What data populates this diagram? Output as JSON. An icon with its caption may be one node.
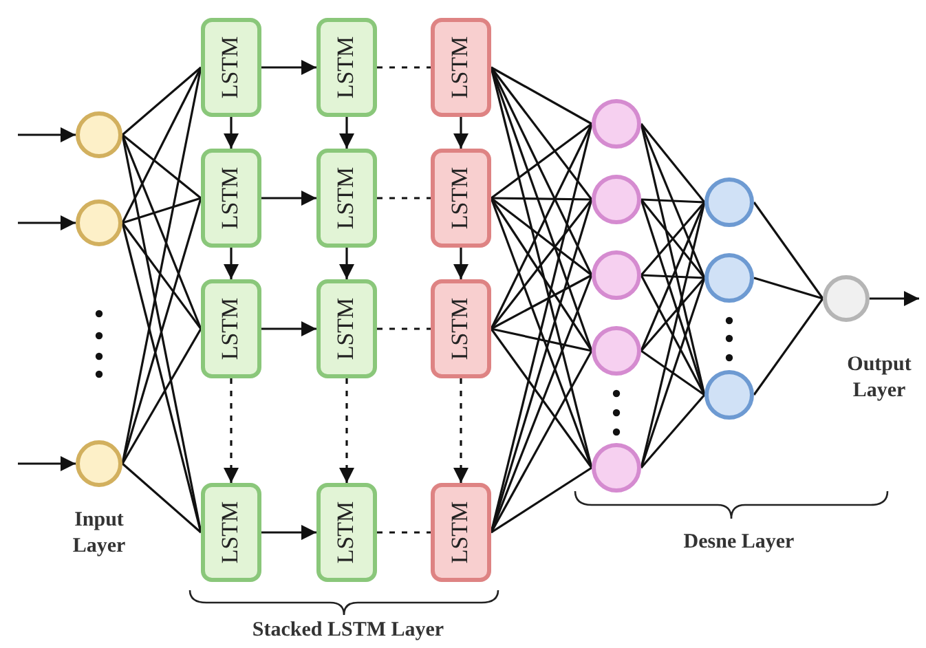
{
  "diagram": {
    "nodes": [
      {
        "text": [],
        "shape": "circle"
      },
      {
        "text": [],
        "shape": "circle"
      },
      {
        "text": [],
        "shape": "circle"
      },
      {
        "text": [
          "LSTM"
        ]
      },
      {
        "text": [
          "LSTM"
        ]
      },
      {
        "text": [
          "LSTM"
        ]
      },
      {
        "text": [
          "LSTM"
        ]
      },
      {
        "text": [
          "LSTM"
        ]
      },
      {
        "text": [
          "LSTM"
        ]
      },
      {
        "text": [
          "LSTM"
        ]
      },
      {
        "text": [
          "LSTM"
        ]
      },
      {
        "text": [
          "LSTM"
        ]
      },
      {
        "text": [
          "LSTM"
        ]
      },
      {
        "text": [
          "LSTM"
        ]
      },
      {
        "text": [
          "LSTM"
        ]
      },
      {
        "text": [],
        "shape": "circle"
      },
      {
        "text": [],
        "shape": "circle"
      },
      {
        "text": [],
        "shape": "circle"
      },
      {
        "text": [],
        "shape": "circle"
      },
      {
        "text": [],
        "shape": "circle"
      },
      {
        "text": [],
        "shape": "circle"
      },
      {
        "text": [],
        "shape": "circle"
      },
      {
        "text": [],
        "shape": "circle"
      },
      {
        "text": [],
        "shape": "circle"
      }
    ],
    "edges": [
      {
        "from": null,
        "to": 0,
        "arrow": "to"
      },
      {
        "from": null,
        "to": 1,
        "arrow": "to"
      },
      {
        "from": null,
        "to": 2,
        "arrow": "to"
      },
      {
        "from": 0,
        "to": 3,
        "arrow": "none"
      },
      {
        "from": 0,
        "to": 6,
        "arrow": "none"
      },
      {
        "from": 0,
        "to": 9,
        "arrow": "none"
      },
      {
        "from": 0,
        "to": 12,
        "arrow": "none"
      },
      {
        "from": 1,
        "to": 3,
        "arrow": "none"
      },
      {
        "from": 1,
        "to": 6,
        "arrow": "none"
      },
      {
        "from": 1,
        "to": 9,
        "arrow": "none"
      },
      {
        "from": 1,
        "to": 12,
        "arrow": "none"
      },
      {
        "from": 2,
        "to": 3,
        "arrow": "none"
      },
      {
        "from": 2,
        "to": 6,
        "arrow": "none"
      },
      {
        "from": 2,
        "to": 9,
        "arrow": "none"
      },
      {
        "from": 2,
        "to": 12,
        "arrow": "none"
      },
      {
        "from": 3,
        "to": 4,
        "arrow": "to"
      },
      {
        "from": 4,
        "to": 5,
        "arrow": "none",
        "style": "dashed"
      },
      {
        "from": 6,
        "to": 7,
        "arrow": "to"
      },
      {
        "from": 7,
        "to": 8,
        "arrow": "none",
        "style": "dashed"
      },
      {
        "from": 9,
        "to": 10,
        "arrow": "to"
      },
      {
        "from": 10,
        "to": 11,
        "arrow": "none",
        "style": "dashed"
      },
      {
        "from": 12,
        "to": 13,
        "arrow": "to"
      },
      {
        "from": 13,
        "to": 14,
        "arrow": "none",
        "style": "dashed"
      },
      {
        "from": 3,
        "to": 6,
        "arrow": "to"
      },
      {
        "from": 4,
        "to": 7,
        "arrow": "to"
      },
      {
        "from": 5,
        "to": 8,
        "arrow": "to"
      },
      {
        "from": 6,
        "to": 9,
        "arrow": "to"
      },
      {
        "from": 7,
        "to": 10,
        "arrow": "to"
      },
      {
        "from": 8,
        "to": 11,
        "arrow": "to"
      },
      {
        "from": 9,
        "to": 12,
        "arrow": "to",
        "style": "dashed"
      },
      {
        "from": 10,
        "to": 13,
        "arrow": "to",
        "style": "dashed"
      },
      {
        "from": 11,
        "to": 14,
        "arrow": "to",
        "style": "dashed"
      },
      {
        "from": 5,
        "to": 15,
        "arrow": "none"
      },
      {
        "from": 5,
        "to": 16,
        "arrow": "none"
      },
      {
        "from": 5,
        "to": 17,
        "arrow": "none"
      },
      {
        "from": 5,
        "to": 18,
        "arrow": "none"
      },
      {
        "from": 5,
        "to": 19,
        "arrow": "none"
      },
      {
        "from": 8,
        "to": 15,
        "arrow": "none"
      },
      {
        "from": 8,
        "to": 16,
        "arrow": "none"
      },
      {
        "from": 8,
        "to": 17,
        "arrow": "none"
      },
      {
        "from": 8,
        "to": 18,
        "arrow": "none"
      },
      {
        "from": 8,
        "to": 19,
        "arrow": "none"
      },
      {
        "from": 11,
        "to": 15,
        "arrow": "none"
      },
      {
        "from": 11,
        "to": 16,
        "arrow": "none"
      },
      {
        "from": 11,
        "to": 17,
        "arrow": "none"
      },
      {
        "from": 11,
        "to": 18,
        "arrow": "none"
      },
      {
        "from": 11,
        "to": 19,
        "arrow": "none"
      },
      {
        "from": 14,
        "to": 15,
        "arrow": "none"
      },
      {
        "from": 14,
        "to": 16,
        "arrow": "none"
      },
      {
        "from": 14,
        "to": 17,
        "arrow": "none"
      },
      {
        "from": 14,
        "to": 18,
        "arrow": "none"
      },
      {
        "from": 14,
        "to": 19,
        "arrow": "none"
      },
      {
        "from": 15,
        "to": 20,
        "arrow": "none"
      },
      {
        "from": 15,
        "to": 21,
        "arrow": "none"
      },
      {
        "from": 15,
        "to": 22,
        "arrow": "none"
      },
      {
        "from": 16,
        "to": 20,
        "arrow": "none"
      },
      {
        "from": 16,
        "to": 21,
        "arrow": "none"
      },
      {
        "from": 16,
        "to": 22,
        "arrow": "none"
      },
      {
        "from": 17,
        "to": 20,
        "arrow": "none"
      },
      {
        "from": 17,
        "to": 21,
        "arrow": "none"
      },
      {
        "from": 17,
        "to": 22,
        "arrow": "none"
      },
      {
        "from": 18,
        "to": 20,
        "arrow": "none"
      },
      {
        "from": 18,
        "to": 21,
        "arrow": "none"
      },
      {
        "from": 18,
        "to": 22,
        "arrow": "none"
      },
      {
        "from": 19,
        "to": 20,
        "arrow": "none"
      },
      {
        "from": 19,
        "to": 21,
        "arrow": "none"
      },
      {
        "from": 19,
        "to": 22,
        "arrow": "none"
      },
      {
        "from": 20,
        "to": 23,
        "arrow": "none"
      },
      {
        "from": 21,
        "to": 23,
        "arrow": "none"
      },
      {
        "from": 22,
        "to": 23,
        "arrow": "none"
      },
      {
        "from": 23,
        "to": null,
        "arrow": "to"
      }
    ],
    "labels": [
      "Input Layer",
      "Stacked LSTM Layer",
      "Desne Layer",
      "Output Layer"
    ]
  }
}
